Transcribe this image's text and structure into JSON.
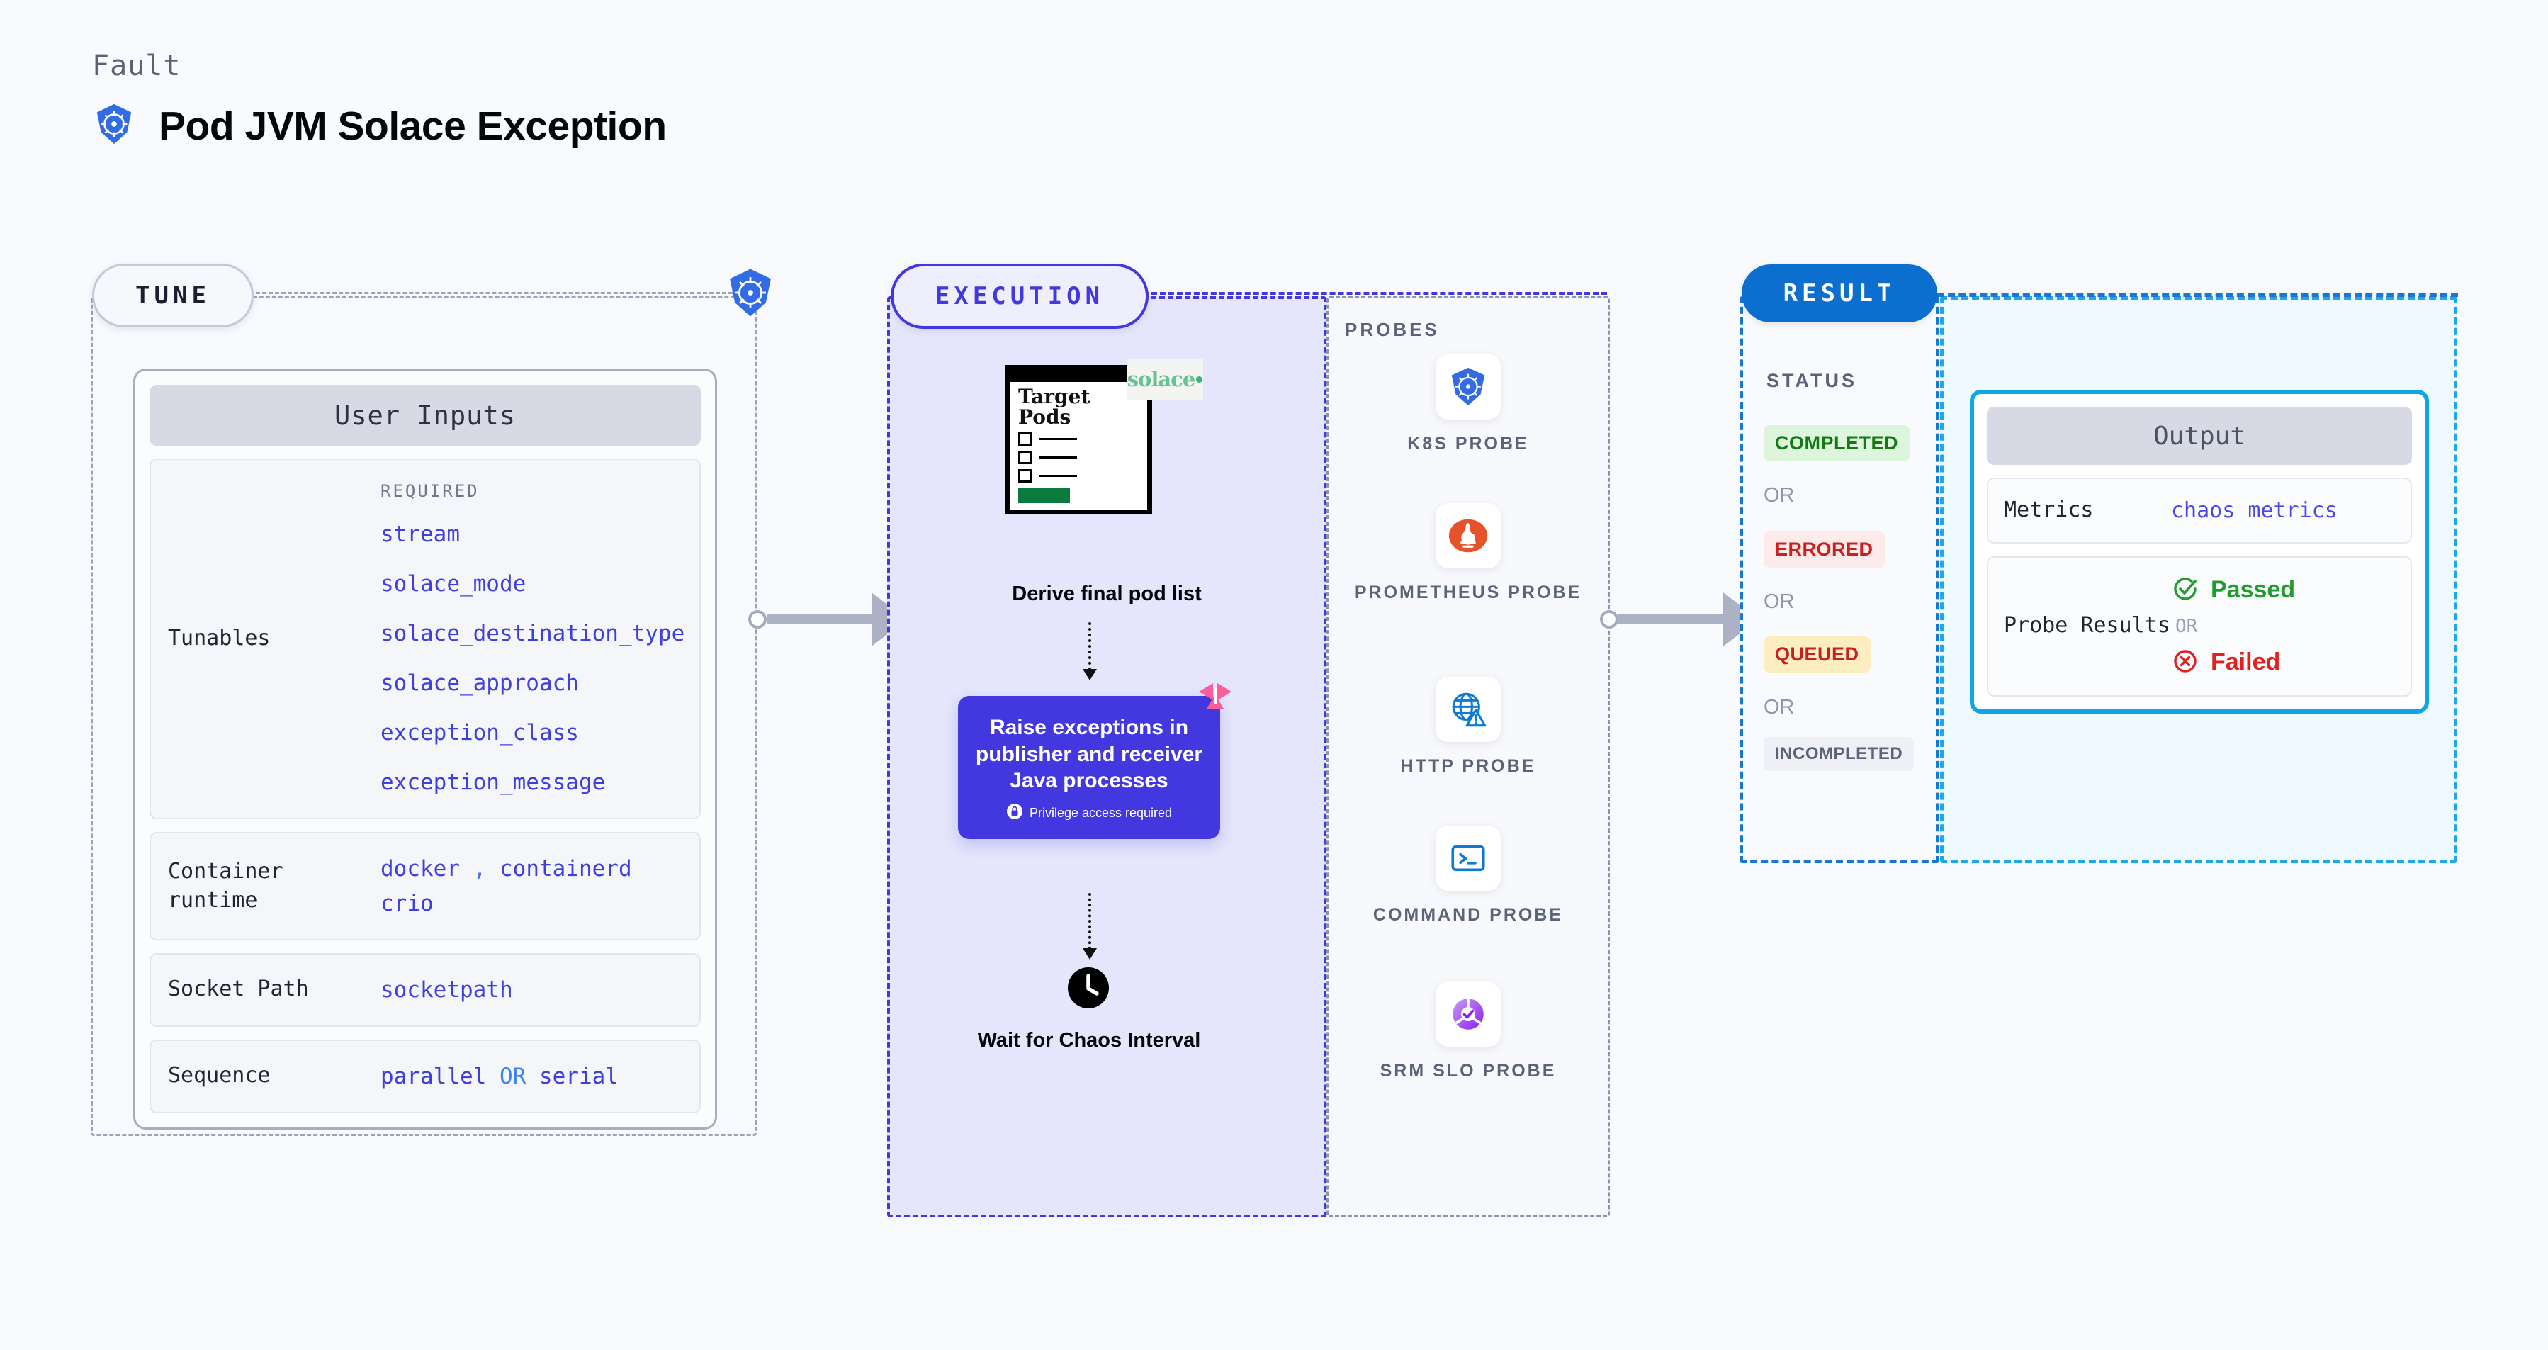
{
  "header": {
    "eyebrow": "Fault",
    "title": "Pod JVM Solace Exception",
    "icon": "kubernetes-icon"
  },
  "colors": {
    "background": "#f9fafd",
    "tune_border": "#9ba3b4",
    "execution": "#4338e0",
    "execution_fill": "#e5e5fb",
    "result": "#1977d4",
    "output": "#10a5e8",
    "output_fill": "#eefaff",
    "value_text": "#3f3fdd",
    "kubernetes": "#326ce5",
    "solace_green": "#65c295",
    "litmus_pink": "#fa5c9c"
  },
  "tune": {
    "pill_label": "TUNE",
    "badge_icon": "kubernetes-icon",
    "card_title": "User Inputs",
    "rows": [
      {
        "label": "Tunables",
        "required_note": "REQUIRED",
        "values": [
          "stream",
          "solace_mode",
          "solace_destination_type",
          "solace_approach",
          "exception_class",
          "exception_message"
        ]
      },
      {
        "label": "Container runtime",
        "values_line1": [
          "docker",
          ",",
          "containerd"
        ],
        "values_line2": [
          "crio"
        ]
      },
      {
        "label": "Socket Path",
        "values": [
          "socketpath"
        ]
      },
      {
        "label": "Sequence",
        "value_a": "parallel",
        "separator": "OR",
        "value_b": "serial"
      }
    ]
  },
  "execution": {
    "pill_label": "EXECUTION",
    "doc": {
      "title_line1": "Target",
      "title_line2": "Pods",
      "brand": "solace",
      "brand_icon": "solace-logo"
    },
    "step1_caption": "Derive final pod list",
    "action": {
      "text": "Raise exceptions in publisher and receiver Java processes",
      "privilege_note": "Privilege access required",
      "privilege_icon": "lock-icon",
      "corner_icon": "litmus-logo"
    },
    "step3_caption": "Wait for Chaos Interval",
    "step3_icon": "clock-icon"
  },
  "probes": {
    "title": "PROBES",
    "items": [
      {
        "label": "K8S PROBE",
        "icon": "kubernetes-icon"
      },
      {
        "label": "PROMETHEUS PROBE",
        "icon": "prometheus-icon"
      },
      {
        "label": "HTTP PROBE",
        "icon": "globe-warning-icon"
      },
      {
        "label": "COMMAND PROBE",
        "icon": "terminal-icon"
      },
      {
        "label": "SRM SLO PROBE",
        "icon": "srm-slo-icon"
      }
    ]
  },
  "result": {
    "pill_label": "RESULT",
    "status_title": "STATUS",
    "or_label": "OR",
    "statuses": [
      {
        "label": "COMPLETED",
        "bg": "#dcf5dc",
        "fg": "#137a13"
      },
      {
        "label": "ERRORED",
        "bg": "#fdeaea",
        "fg": "#cc1f1f"
      },
      {
        "label": "QUEUED",
        "bg": "#fdeec2",
        "fg": "#c81f1f"
      },
      {
        "label": "INCOMPLETED",
        "bg": "#eff0f5",
        "fg": "#5b6378"
      }
    ]
  },
  "output": {
    "card_title": "Output",
    "metrics_label": "Metrics",
    "metrics_value": "chaos metrics",
    "probe_results_label": "Probe Results",
    "passed_label": "Passed",
    "failed_label": "Failed",
    "or_label": "OR",
    "passed_icon": "check-circle-icon",
    "failed_icon": "x-circle-icon"
  }
}
